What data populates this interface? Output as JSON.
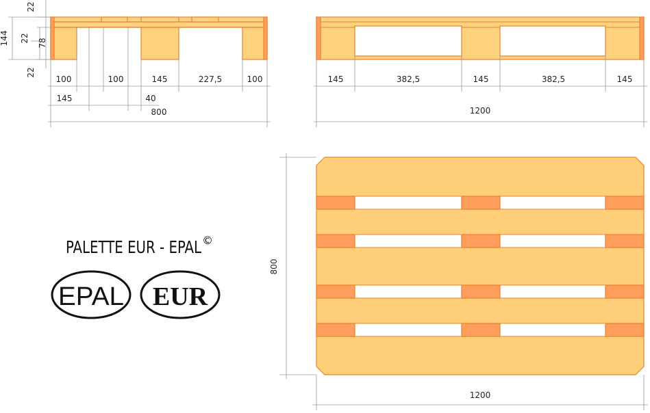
{
  "front_view": {
    "dims_vertical": [
      "22",
      "144",
      "22",
      "78",
      "22"
    ],
    "dims_row1": [
      "100",
      "100",
      "145",
      "227,5",
      "100"
    ],
    "dims_row2": [
      "145",
      "40"
    ],
    "overall": "800"
  },
  "side_view": {
    "dims_row1": [
      "145",
      "382,5",
      "145",
      "382,5",
      "145"
    ],
    "overall": "1200"
  },
  "top_view": {
    "height_label": "800",
    "width_label": "1200"
  },
  "title": {
    "text": "PALETTE EUR - EPAL",
    "symbol": "©"
  },
  "logos": {
    "epal": "EPAL",
    "eur": "EUR"
  }
}
